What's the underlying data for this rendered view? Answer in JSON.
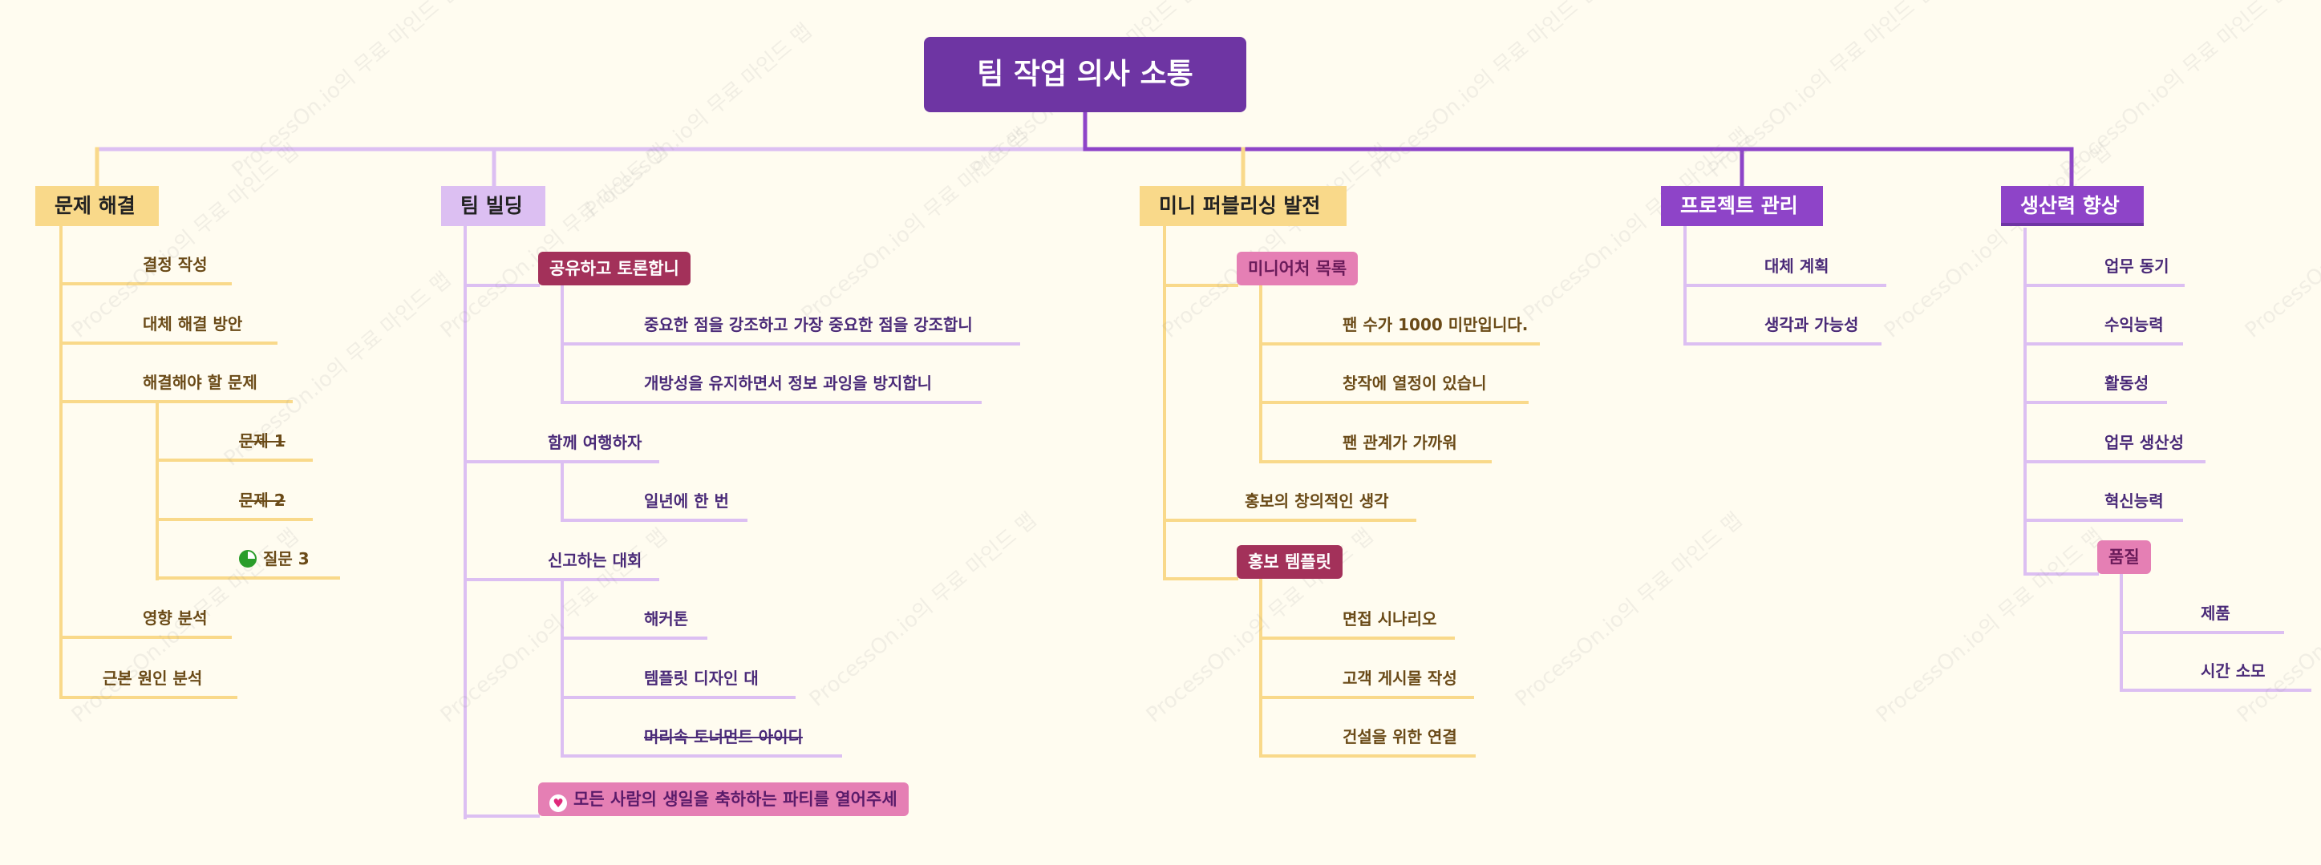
{
  "root": {
    "label": "팀 작업 의사 소통"
  },
  "colors": {
    "yellow": "#f9d98a",
    "lavender": "#dcbff2",
    "purple": "#8e44c8",
    "root": "#6e35a3",
    "crimson": "#a3315a",
    "pink": "#e57fb4"
  },
  "branches": [
    {
      "id": "b1",
      "label": "문제 해결",
      "children": [
        {
          "label": "결정 작성"
        },
        {
          "label": "대체 해결 방안"
        },
        {
          "label": "해결해야 할 문제",
          "children": [
            {
              "label": "문제 1",
              "strike": true
            },
            {
              "label": "문제 2",
              "strike": true
            },
            {
              "label": "질문 3",
              "icon": "progress-75-icon"
            }
          ]
        },
        {
          "label": "영향 분석"
        },
        {
          "label": "근본 원인 분석"
        }
      ]
    },
    {
      "id": "b2",
      "label": "팀 빌딩",
      "children": [
        {
          "label": "공유하고 토론합니",
          "children": [
            {
              "label": "중요한 점을 강조하고 가장 중요한 점을 강조합니"
            },
            {
              "label": "개방성을 유지하면서 정보 과잉을 방지합니"
            }
          ]
        },
        {
          "label": "함께 여행하자",
          "children": [
            {
              "label": "일년에 한 번"
            }
          ]
        },
        {
          "label": "신고하는 대회",
          "children": [
            {
              "label": "해커톤"
            },
            {
              "label": "템플릿 디자인 대"
            },
            {
              "label": "머리속 토너먼트 아이디",
              "strike": true
            }
          ]
        },
        {
          "label": "모든 사람의 생일을 축하하는 파티를 열어주세",
          "icon": "heart-icon"
        }
      ]
    },
    {
      "id": "b3",
      "label": "미니 퍼블리싱 발전",
      "children": [
        {
          "label": "미니어처 목록",
          "children": [
            {
              "label": "팬 수가 1000 미만입니다."
            },
            {
              "label": "창작에 열정이 있습니"
            },
            {
              "label": "팬 관계가 가까워"
            }
          ]
        },
        {
          "label": "홍보의 창의적인 생각"
        },
        {
          "label": "홍보 템플릿",
          "children": [
            {
              "label": "면접 시나리오"
            },
            {
              "label": "고객 게시물 작성"
            },
            {
              "label": "건설을 위한 연결"
            }
          ]
        }
      ]
    },
    {
      "id": "b4",
      "label": "프로젝트 관리",
      "children": [
        {
          "label": "대체 계획"
        },
        {
          "label": "생각과 가능성"
        }
      ]
    },
    {
      "id": "b5",
      "label": "생산력 향상",
      "children": [
        {
          "label": "업무 동기"
        },
        {
          "label": "수익능력"
        },
        {
          "label": "활동성"
        },
        {
          "label": "업무 생산성"
        },
        {
          "label": "혁신능력"
        },
        {
          "label": "품질",
          "children": [
            {
              "label": "제품"
            },
            {
              "label": "시간 소모"
            }
          ]
        }
      ]
    }
  ],
  "watermark": "ProcessOn.io의 무료 마인드 맵"
}
